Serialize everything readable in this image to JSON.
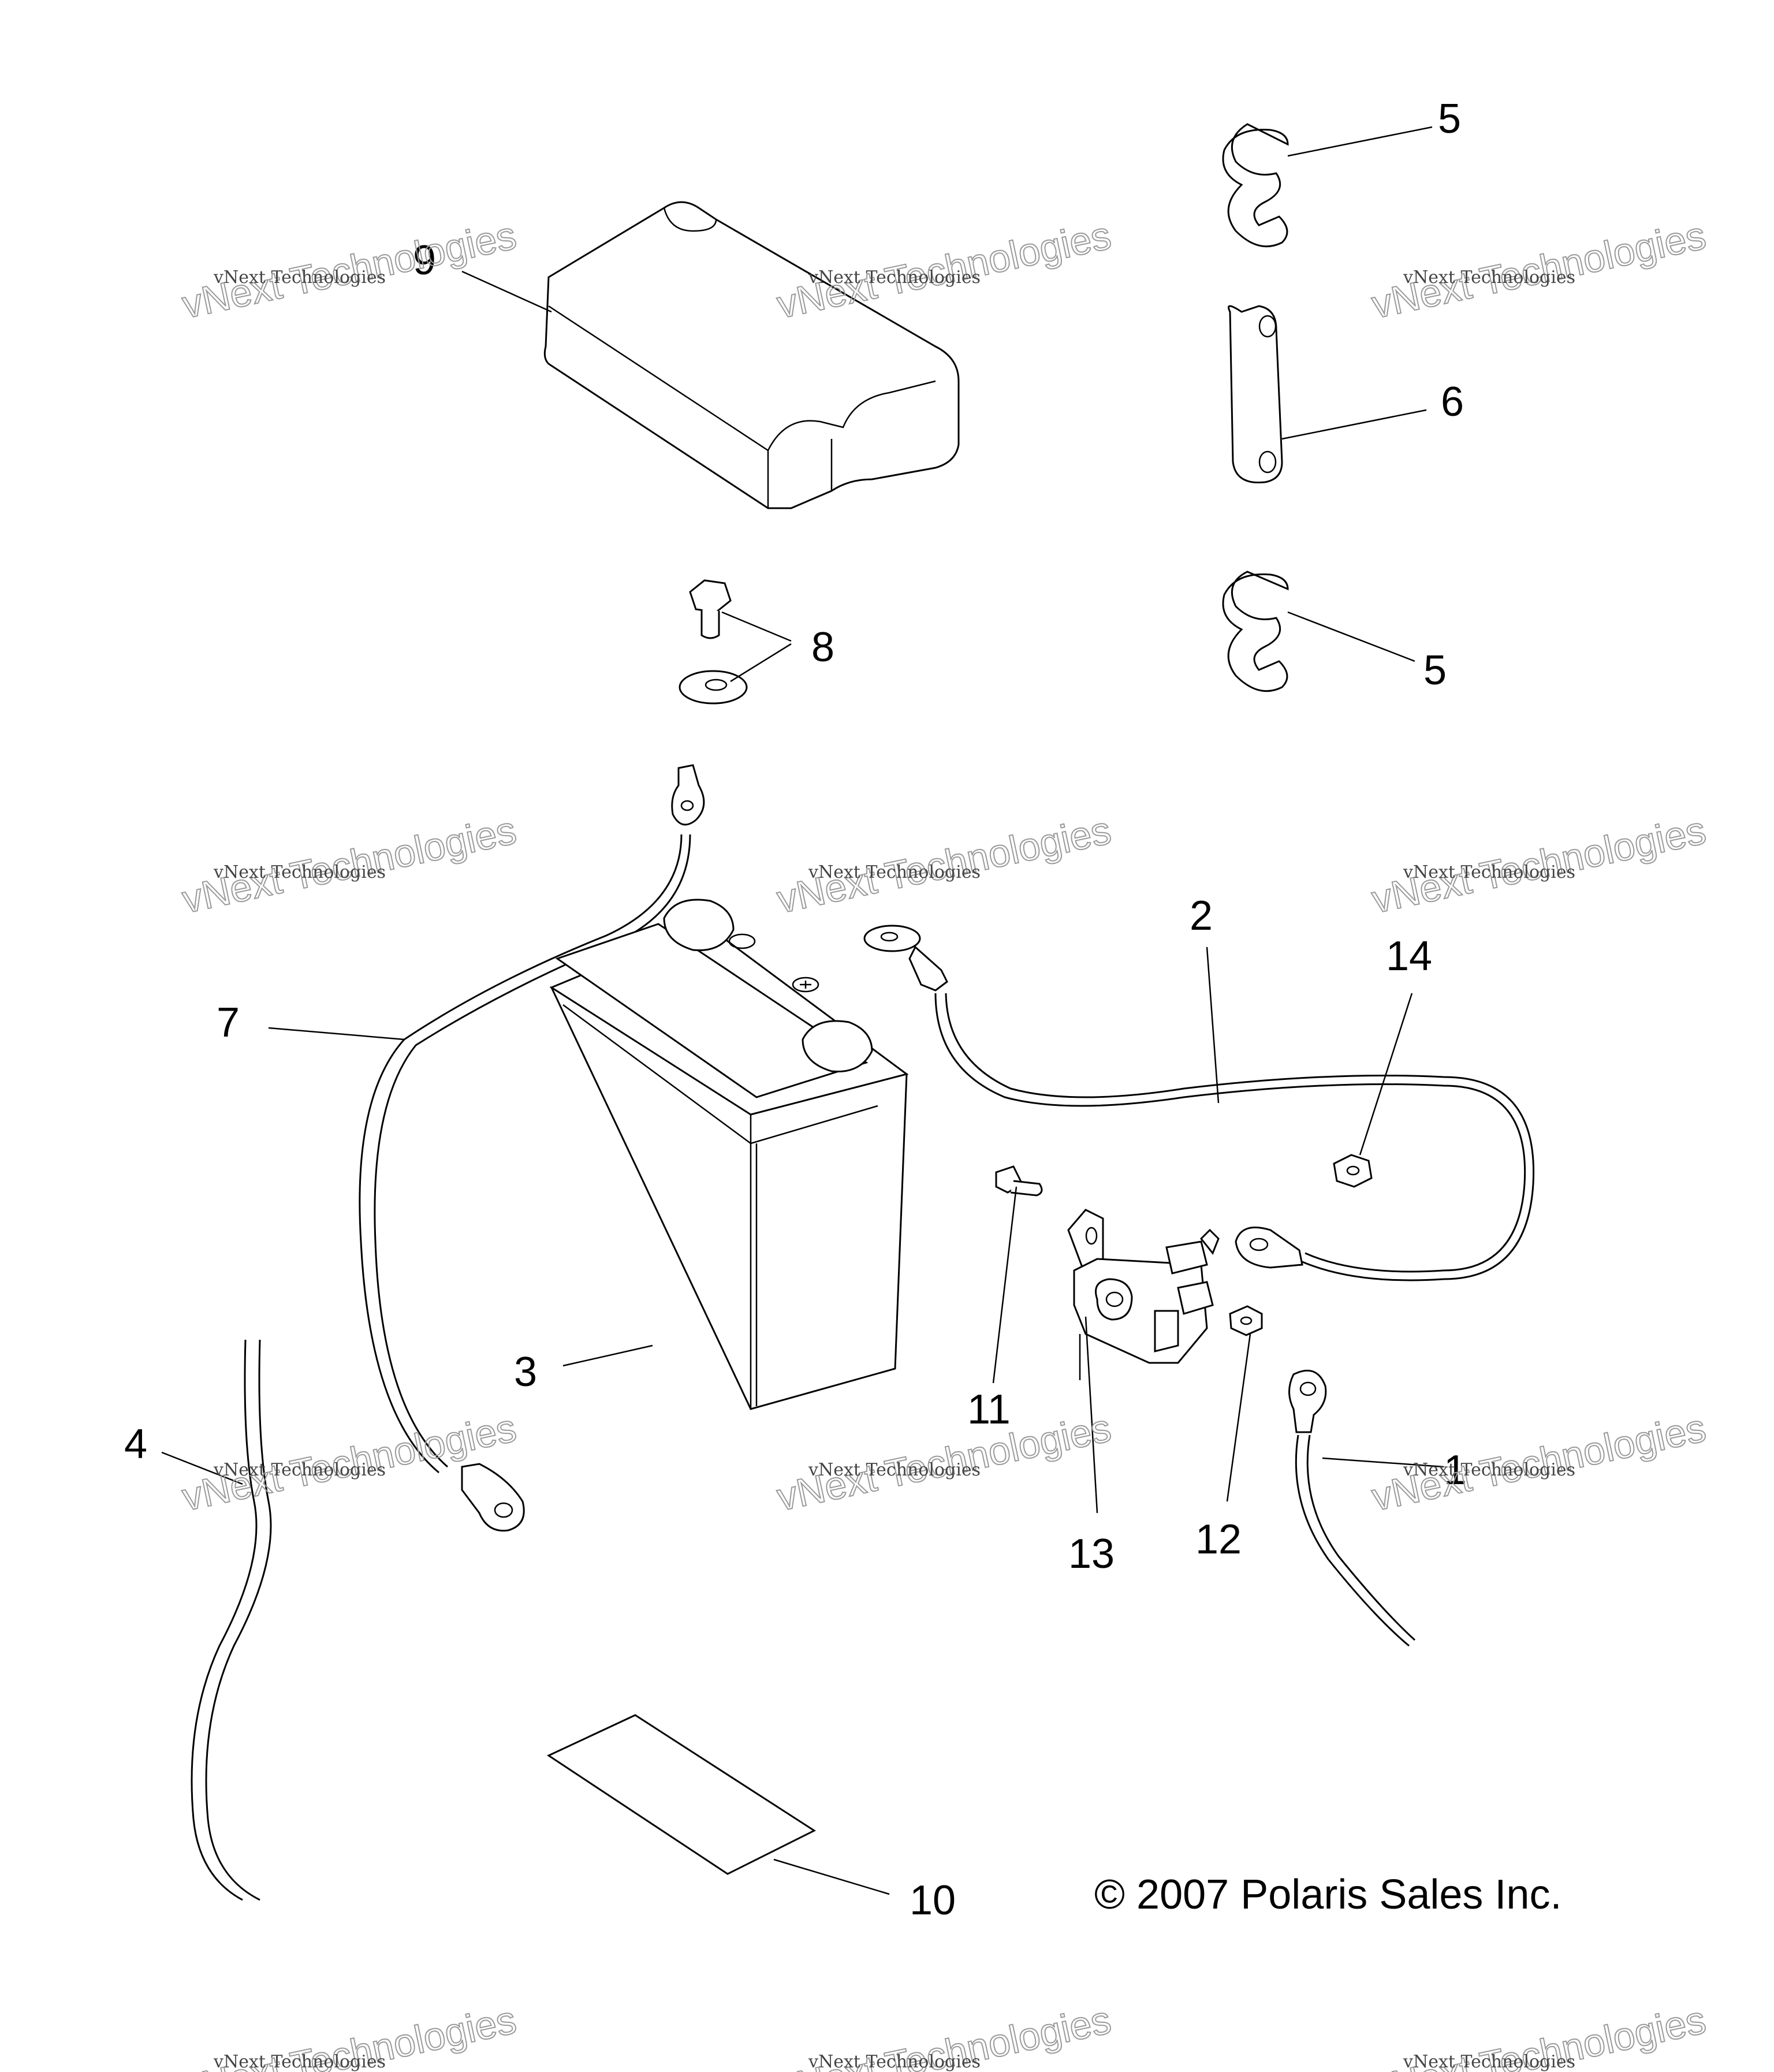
{
  "diagram": {
    "callouts": [
      "1",
      "2",
      "3",
      "4",
      "5",
      "5",
      "6",
      "7",
      "8",
      "9",
      "10",
      "11",
      "12",
      "13",
      "14"
    ],
    "copyright": "© 2007 Polaris Sales Inc.",
    "watermark": {
      "line1": "vNext Technologies",
      "line2": "vNext Technologies"
    }
  }
}
